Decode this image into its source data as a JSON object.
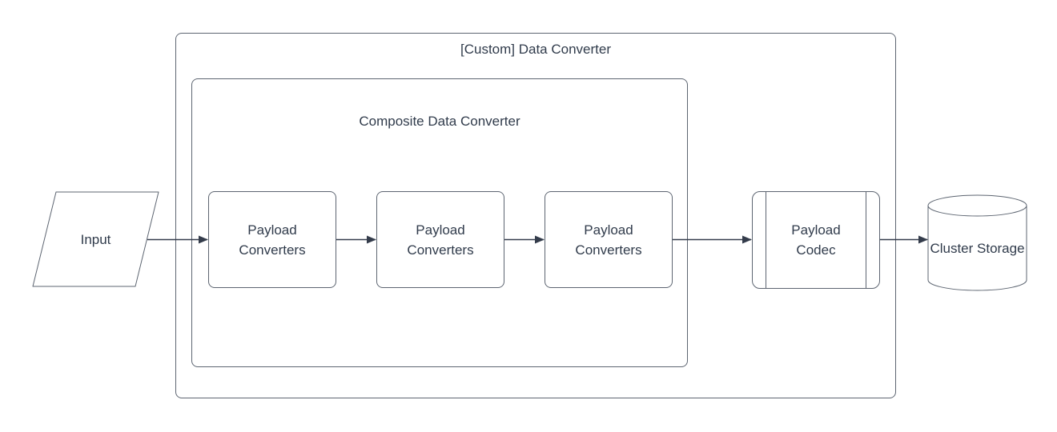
{
  "diagram": {
    "groups": {
      "outer": {
        "label": "[Custom] Data Converter"
      },
      "inner": {
        "label": "Composite Data Converter"
      }
    },
    "nodes": {
      "input": {
        "label": "Input",
        "shape": "parallelogram"
      },
      "payload_converters": [
        {
          "label": "Payload Converters",
          "shape": "rounded-rect"
        },
        {
          "label": "Payload Converters",
          "shape": "rounded-rect"
        },
        {
          "label": "Payload Converters",
          "shape": "rounded-rect"
        }
      ],
      "payload_codec": {
        "label": "Payload Codec",
        "shape": "predefined-process"
      },
      "cluster_storage": {
        "label": "Cluster Storage",
        "shape": "cylinder"
      }
    },
    "edges": [
      {
        "from": "input",
        "to": "payload-converters-1"
      },
      {
        "from": "payload-converters-1",
        "to": "payload-converters-2"
      },
      {
        "from": "payload-converters-2",
        "to": "payload-converters-3"
      },
      {
        "from": "payload-converters-3",
        "to": "payload-codec"
      },
      {
        "from": "payload-codec",
        "to": "cluster-storage"
      }
    ],
    "colors": {
      "background": "#ffffff",
      "shape_stroke": "#5d6571",
      "edge_stroke": "#343c4b",
      "text": "#303b4b"
    }
  }
}
